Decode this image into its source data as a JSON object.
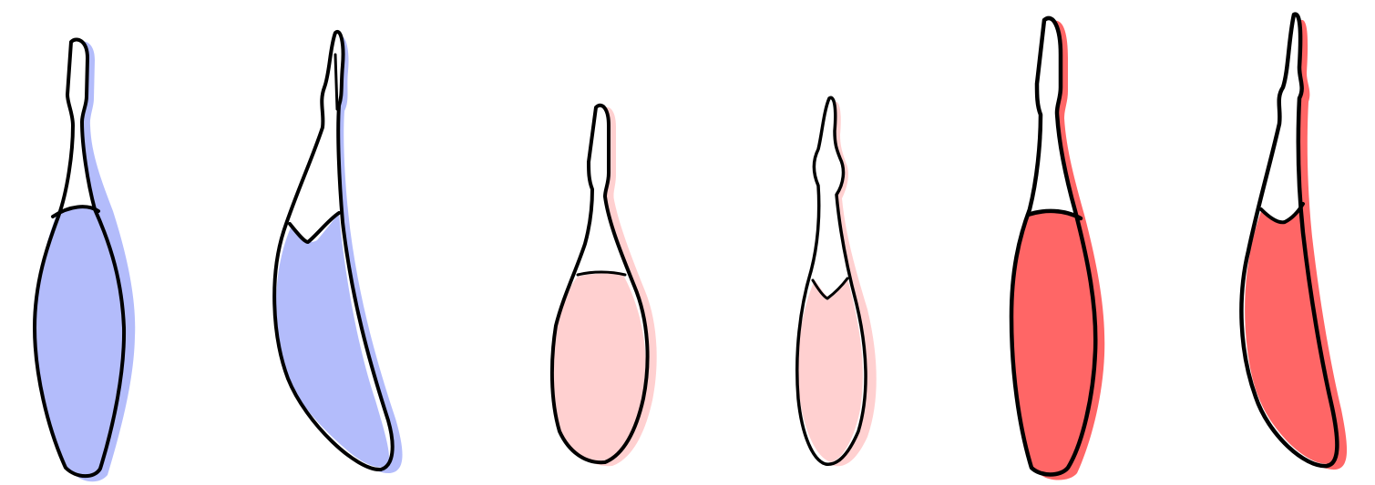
{
  "figure": {
    "background": "#ffffff",
    "outline_color": "#000000",
    "shapes": [
      {
        "id": "blue-front",
        "view": "front",
        "fill": "#b3bcfb"
      },
      {
        "id": "blue-side",
        "view": "side",
        "fill": "#b3bcfb"
      },
      {
        "id": "pink-front",
        "view": "front",
        "fill": "#ffd0d0"
      },
      {
        "id": "pink-side",
        "view": "side",
        "fill": "#ffd0d0"
      },
      {
        "id": "red-front",
        "view": "front",
        "fill": "#ff6666"
      },
      {
        "id": "red-side",
        "view": "side",
        "fill": "#ff6666"
      }
    ]
  }
}
